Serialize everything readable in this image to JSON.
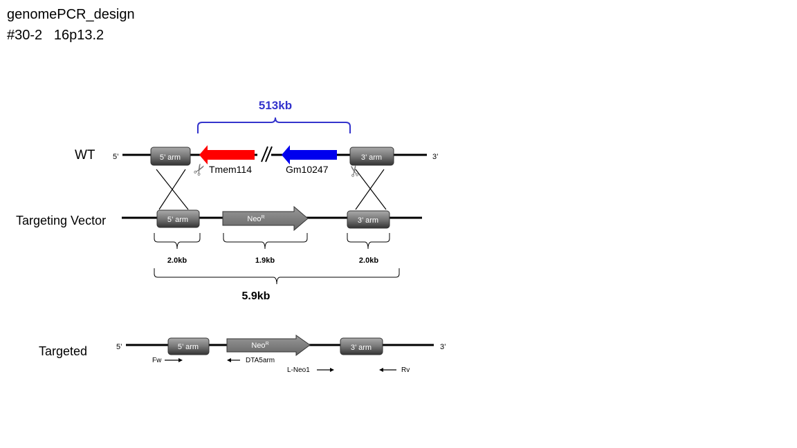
{
  "header": {
    "title": "genomePCR_design",
    "subtitle": "#30-2   16p13.2"
  },
  "colors": {
    "red_gene": "#ff0000",
    "blue_gene": "#0000ee",
    "brace_blue": "#3333cc"
  },
  "wt": {
    "label": "WT",
    "five_prime": "5’",
    "three_prime": "3’",
    "arm5": "5’ arm",
    "arm3": "3’ arm",
    "gene1": "Tmem114",
    "gene2": "Gm10247",
    "deletion_size": "513kb"
  },
  "vector": {
    "label": "Targeting Vector",
    "arm5": "5’ arm",
    "arm3": "3’ arm",
    "neo": "Neo",
    "neo_sup": "R",
    "size_arm5": "2.0kb",
    "size_neo": "1.9kb",
    "size_arm3": "2.0kb",
    "size_total": "5.9kb"
  },
  "targeted": {
    "label": "Targeted",
    "five_prime": "5’",
    "three_prime": "3’",
    "arm5": "5’ arm",
    "arm3": "3’ arm",
    "neo": "Neo",
    "neo_sup": "R",
    "primers": [
      "Fw",
      "DTA5arm",
      "L-Neo1",
      "Rv"
    ]
  }
}
